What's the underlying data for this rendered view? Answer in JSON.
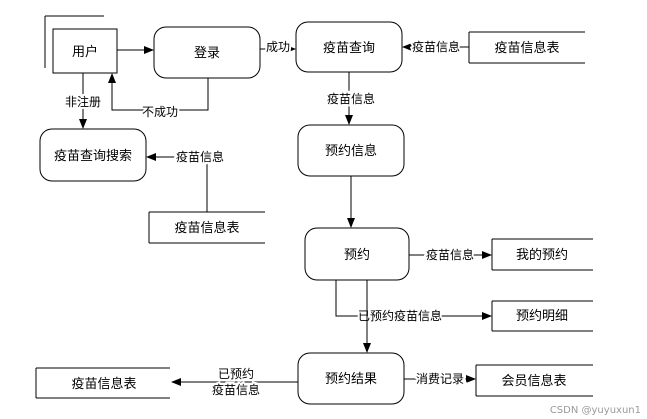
{
  "nodes": {
    "user": "用户",
    "login": "登录",
    "vaccine_query": "疫苗查询",
    "vaccine_store_top": "疫苗信息表",
    "vaccine_query_search": "疫苗查询搜索",
    "vaccine_store_left": "疫苗信息表",
    "booking_info": "预约信息",
    "booking": "预约",
    "my_booking": "我的预约",
    "booking_detail": "预约明细",
    "booking_result": "预约结果",
    "member_store": "会员信息表",
    "vaccine_store_bottom": "疫苗信息表"
  },
  "edges": {
    "success": "成功",
    "vaccine_info_store_to_query": "疫苗信息",
    "not_registered": "非注册",
    "failed": "不成功",
    "vaccine_info_query_to_booking": "疫苗信息",
    "vaccine_info_store_to_search": "疫苗信息",
    "vaccine_info_to_my_booking": "疫苗信息",
    "booked_vaccine_info": "已预约疫苗信息",
    "consumption_record": "消费记录",
    "booked_line1": "已预约",
    "booked_line2": "疫苗信息"
  },
  "watermark": "CSDN @yuyuxun1"
}
